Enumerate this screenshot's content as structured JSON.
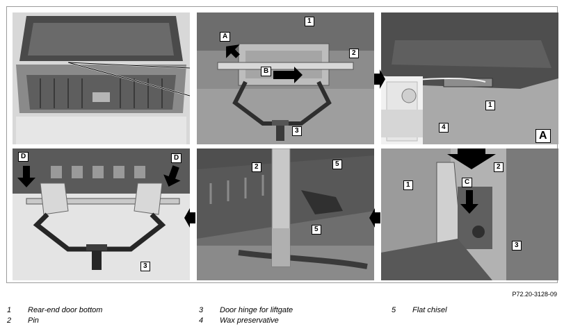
{
  "figure": {
    "reference_code": "P72.20-3128-09",
    "panel_tag": "A"
  },
  "callouts": {
    "p2": [
      "1",
      "2",
      "3"
    ],
    "p3": [
      "1",
      "4"
    ],
    "p4": [
      "2",
      "1",
      "3"
    ],
    "p5": [
      "2",
      "5",
      "5"
    ],
    "p6": [
      "3"
    ]
  },
  "letters": {
    "p2_a": "A",
    "p2_b": "B",
    "p4_c": "C",
    "p6_d1": "D",
    "p6_d2": "D"
  },
  "legend": [
    {
      "num": "1",
      "text": "Rear-end door bottom"
    },
    {
      "num": "2",
      "text": "Pin"
    },
    {
      "num": "3",
      "text": "Door hinge for liftgate"
    },
    {
      "num": "4",
      "text": "Wax preservative"
    },
    {
      "num": "5",
      "text": "Flat chisel"
    }
  ],
  "colors": {
    "photo_dark": "#3e3e3e",
    "photo_mid": "#7d7d7d",
    "photo_light": "#c9c9c9",
    "arrow": "#000000"
  }
}
